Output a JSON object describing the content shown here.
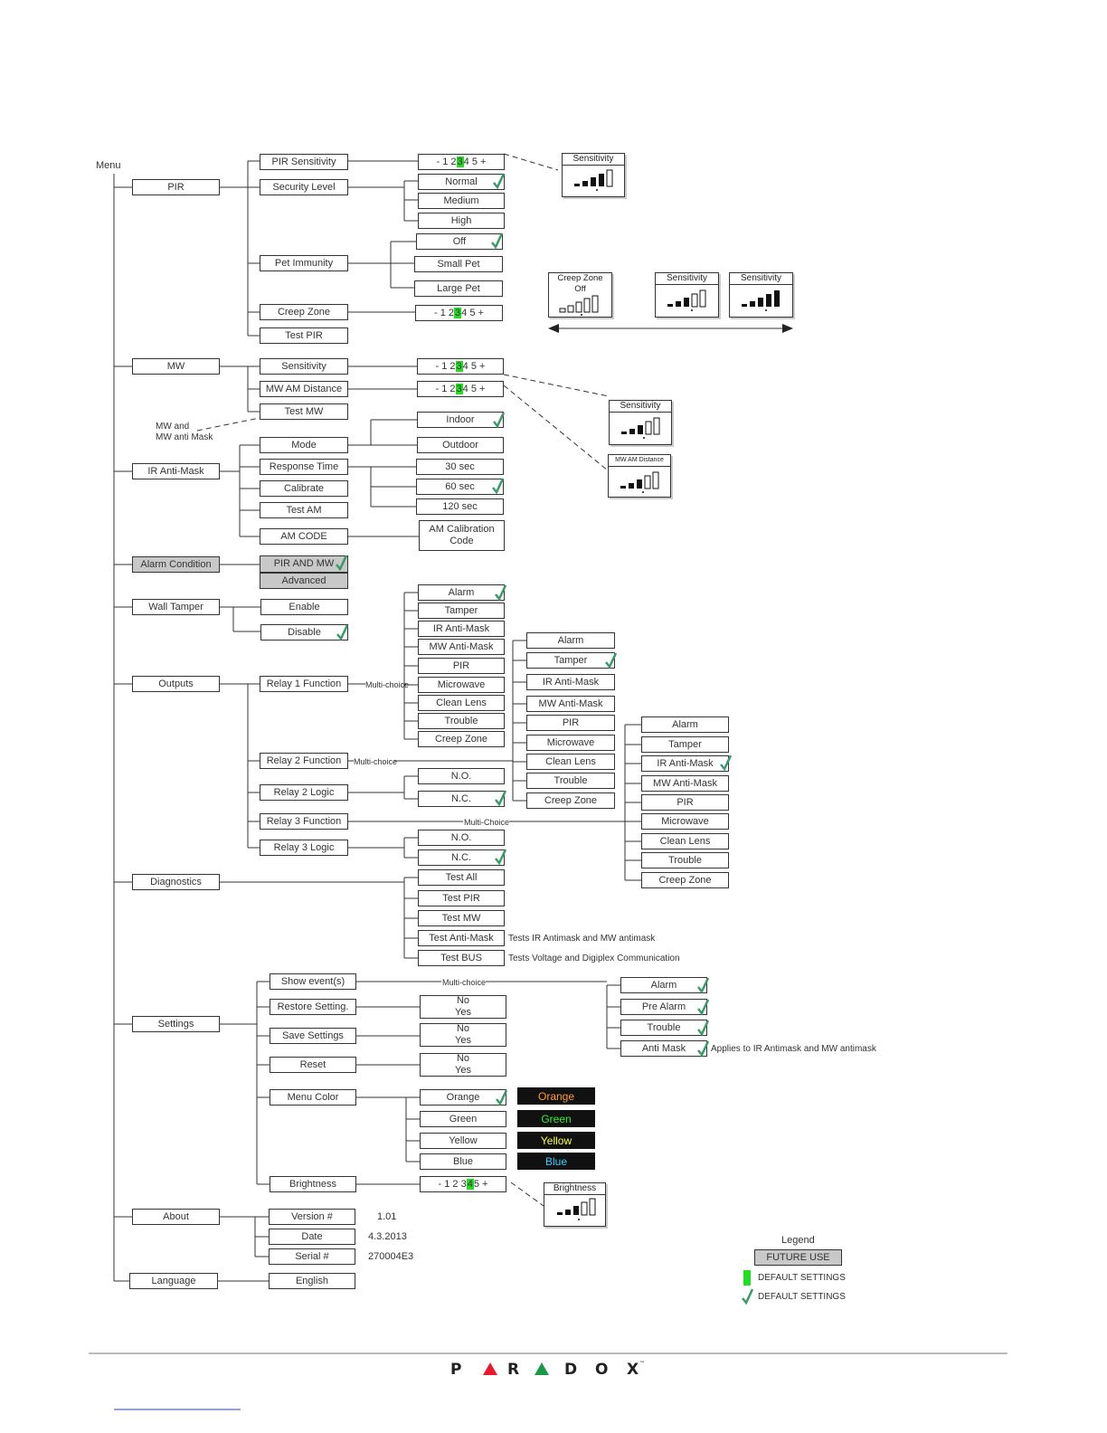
{
  "menu_label": "Menu",
  "pir": {
    "label": "PIR",
    "sensitivity": {
      "label": "PIR Sensitivity",
      "scale_pre": "- 1 2 ",
      "scale_hl": "3",
      "scale_post": " 4 5 +"
    },
    "security_level": {
      "label": "Security Level",
      "options": [
        "Normal",
        "Medium",
        "High"
      ]
    },
    "pet_immunity": {
      "label": "Pet Immunity",
      "options": [
        "Off",
        "Small Pet",
        "Large Pet"
      ]
    },
    "creep_zone": {
      "label": "Creep Zone",
      "scale_pre": "- 1 2 ",
      "scale_hl": "3",
      "scale_post": " 4 5 +"
    },
    "test": "Test PIR",
    "screen_sensitivity": "Sensitivity",
    "screen_creep_off": "Creep Zone\nOff",
    "screen_sens_a": "Sensitivity",
    "screen_sens_b": "Sensitivity"
  },
  "mw": {
    "label": "MW",
    "sensitivity": {
      "label": "Sensitivity",
      "scale_pre": "- 1 2 ",
      "scale_hl": "3",
      "scale_post": " 4 5 +"
    },
    "am_distance": {
      "label": "MW AM Distance",
      "scale_pre": "- 1 2 ",
      "scale_hl": "3",
      "scale_post": " 4 5 +"
    },
    "test": "Test MW",
    "note": "MW and\nMW anti Mask",
    "screen_sensitivity": "Sensitivity",
    "screen_am_distance": "MW AM Distance"
  },
  "ir_antimask": {
    "label": "IR Anti-Mask",
    "mode": {
      "label": "Mode",
      "options": [
        "Indoor",
        "Outdoor"
      ]
    },
    "response_time": {
      "label": "Response Time",
      "options": [
        "30 sec",
        "60 sec",
        "120 sec"
      ]
    },
    "calibrate": "Calibrate",
    "test_am": "Test AM",
    "am_code": {
      "label": "AM CODE",
      "value": "AM Calibration\nCode"
    }
  },
  "alarm_condition": {
    "label": "Alarm Condition",
    "options": [
      "PIR AND MW",
      "Advanced"
    ]
  },
  "wall_tamper": {
    "label": "Wall Tamper",
    "options": [
      "Enable",
      "Disable"
    ]
  },
  "outputs": {
    "label": "Outputs",
    "relay1_function": "Relay 1 Function",
    "relay2_function": "Relay 2 Function",
    "relay2_logic": "Relay 2 Logic",
    "relay3_function": "Relay 3 Function",
    "relay3_logic": "Relay 3 Logic",
    "multi_choice_1": "Multi-choice",
    "multi_choice_2": "Multi-choice",
    "multi_choice_3": "Multi-Choice",
    "events1": [
      "Alarm",
      "Tamper",
      "IR Anti-Mask",
      "MW Anti-Mask",
      "PIR",
      "Microwave",
      "Clean Lens",
      "Trouble",
      "Creep Zone"
    ],
    "events2": [
      "Alarm",
      "Tamper",
      "IR Anti-Mask",
      "MW Anti-Mask",
      "PIR",
      "Microwave",
      "Clean Lens",
      "Trouble",
      "Creep Zone"
    ],
    "events3": [
      "Alarm",
      "Tamper",
      "IR Anti-Mask",
      "MW Anti-Mask",
      "PIR",
      "Microwave",
      "Clean Lens",
      "Trouble",
      "Creep Zone"
    ],
    "logic2": [
      "N.O.",
      "N.C."
    ],
    "logic3": [
      "N.O.",
      "N.C."
    ]
  },
  "diagnostics": {
    "label": "Diagnostics",
    "tests": [
      "Test All",
      "Test PIR",
      "Test MW",
      "Test Anti-Mask",
      "Test BUS"
    ],
    "note_antimask": "Tests IR Antimask and MW antimask",
    "note_bus": "Tests Voltage and Digiplex Communication"
  },
  "settings": {
    "label": "Settings",
    "show_events": "Show event(s)",
    "multi_choice": "Multi-choice",
    "events": [
      "Alarm",
      "Pre Alarm",
      "Trouble",
      "Anti Mask"
    ],
    "events_note": "Applies to IR Antimask and MW antimask",
    "restore": "Restore Setting.",
    "save": "Save Settings",
    "reset": "Reset",
    "no_yes": "No\nYes",
    "menu_color": "Menu Color",
    "colors": [
      "Orange",
      "Green",
      "Yellow",
      "Blue"
    ],
    "color_samples": [
      "Orange",
      "Green",
      "Yellow",
      "Blue"
    ],
    "color_hex": [
      "#ff9933",
      "#33ee33",
      "#ffff33",
      "#33ccff"
    ],
    "brightness": {
      "label": "Brightness",
      "scale_pre": "- 1 2 3 ",
      "scale_hl": "4",
      "scale_post": " 5 +"
    },
    "screen_brightness": "Brightness"
  },
  "about": {
    "label": "About",
    "version_label": "Version #",
    "version_value": "1.01",
    "date_label": "Date",
    "date_value": "4.3.2013",
    "serial_label": "Serial #",
    "serial_value": "270004E3"
  },
  "language": {
    "label": "Language",
    "value": "English"
  },
  "legend": {
    "title": "Legend",
    "future_use": "FUTURE USE",
    "default_green": "DEFAULT SETTINGS",
    "default_check": "DEFAULT SETTINGS"
  },
  "brand_logo": "PARADOX",
  "colors": {
    "default_highlight": "#22dd22",
    "check": "#3a9a6a",
    "future_use": "#c8c8c8",
    "logo_red": "#e8192c",
    "logo_green": "#1a9a4a"
  }
}
